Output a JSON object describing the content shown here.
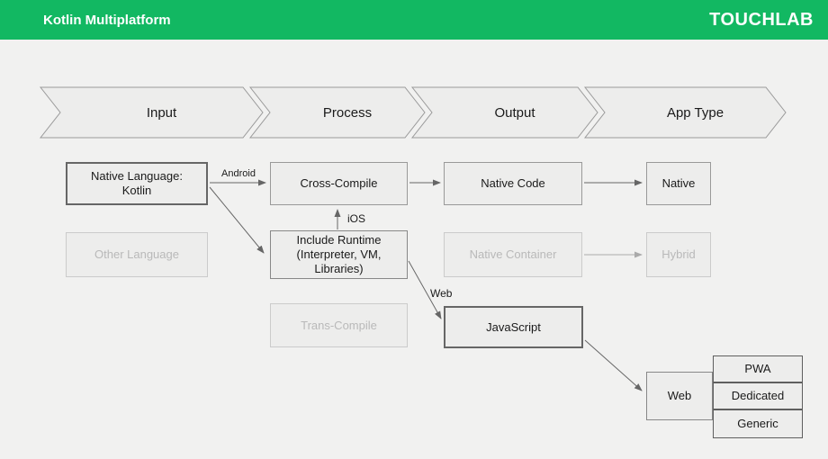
{
  "header": {
    "title": "Kotlin Multiplatform",
    "brand": "TOUCHLAB"
  },
  "lanes": [
    {
      "label": "Input"
    },
    {
      "label": "Process"
    },
    {
      "label": "Output"
    },
    {
      "label": "App Type"
    }
  ],
  "nodes": {
    "native_language": {
      "lines": [
        "Native Language:",
        "Kotlin"
      ],
      "state": "active"
    },
    "other_language": {
      "label": "Other Language",
      "state": "disabled"
    },
    "cross_compile": {
      "label": "Cross-Compile",
      "state": "active"
    },
    "include_runtime": {
      "lines": [
        "Include Runtime",
        "(Interpreter, VM,",
        "Libraries)"
      ],
      "state": "active"
    },
    "trans_compile": {
      "label": "Trans-Compile",
      "state": "disabled"
    },
    "native_code": {
      "label": "Native Code",
      "state": "active"
    },
    "native_container": {
      "label": "Native Container",
      "state": "disabled"
    },
    "javascript": {
      "label": "JavaScript",
      "state": "active"
    },
    "native": {
      "label": "Native",
      "state": "active"
    },
    "hybrid": {
      "label": "Hybrid",
      "state": "disabled"
    },
    "web": {
      "label": "Web",
      "state": "active"
    },
    "pwa": {
      "label": "PWA",
      "state": "active"
    },
    "dedicated": {
      "label": "Dedicated",
      "state": "active"
    },
    "generic": {
      "label": "Generic",
      "state": "active"
    }
  },
  "edges": {
    "android": {
      "label": "Android",
      "from": "native_language",
      "to": "cross_compile"
    },
    "ios": {
      "label": "iOS",
      "from": "include_runtime",
      "to": "cross_compile"
    },
    "web": {
      "label": "Web",
      "from": "include_runtime",
      "to": "javascript"
    },
    "unlabeled": [
      {
        "from": "native_language",
        "to": "include_runtime"
      },
      {
        "from": "cross_compile",
        "to": "native_code"
      },
      {
        "from": "native_code",
        "to": "native"
      },
      {
        "from": "native_container",
        "to": "hybrid"
      },
      {
        "from": "javascript",
        "to": "web"
      }
    ]
  },
  "colors": {
    "header_bg": "#12b862",
    "background": "#f1f1f0",
    "box_fill": "#ededec",
    "strong_border": "#666666",
    "normal_border": "#999999",
    "disabled_border": "#cbcbcb",
    "disabled_text": "#b9b9b9",
    "arrow": "#666666",
    "arrow_disabled": "#aaaaaa"
  }
}
